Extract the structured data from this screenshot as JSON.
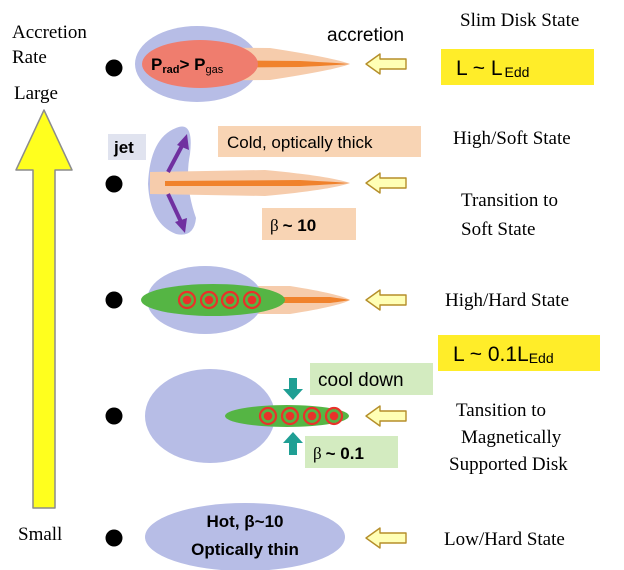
{
  "axis": {
    "title_line1": "Accretion",
    "title_line2": "Rate",
    "large": "Large",
    "small": "Small"
  },
  "top": {
    "p_rad_main": "P",
    "p_rad_sub": "rad",
    "gt": "> P",
    "p_gas_sub": "gas",
    "accretion": "accretion"
  },
  "labels": {
    "jet": "jet",
    "cold_box": "Cold, optically thick",
    "beta10_sym": "β",
    "beta10_val": "~ 10",
    "cool_down": "cool down",
    "beta01_sym": "β",
    "beta01_val": "~ 0.1",
    "hot_line1": "Hot,  β~10",
    "hot_line2": "Optically thin"
  },
  "luminosity": {
    "l_edd_main": "L ~ L",
    "l_edd_sub": "Edd",
    "l_01_main": "L ~ 0.1L",
    "l_01_sub": "Edd"
  },
  "states": [
    {
      "name": "Slim Disk State"
    },
    {
      "name": "High/Soft State"
    },
    {
      "name_line1": "Transition to",
      "name_line2": "Soft State"
    },
    {
      "name": "High/Hard State"
    },
    {
      "name_line1": "Tansition to",
      "name_line2": "Magnetically",
      "name_line3": "Supported Disk"
    },
    {
      "name": "Low/Hard State"
    }
  ],
  "colors": {
    "halo": "#b7bde6",
    "outer_disk": "#f6ccac",
    "inner_disk": "#f0822c",
    "core_red": "#ef7d6e",
    "green_disk": "#55b544",
    "ring_red": "#e8322a",
    "highlight_yellow": "#ffed29",
    "big_arrow": "#ffff1e",
    "box_green": "#d3ebc0",
    "box_peach": "#f8d4b4",
    "jet_purple": "#7030a0",
    "teal_arrow": "#1f9f94",
    "inflow_arrow": "#ffffb5",
    "inflow_stroke": "#b58e2a"
  }
}
